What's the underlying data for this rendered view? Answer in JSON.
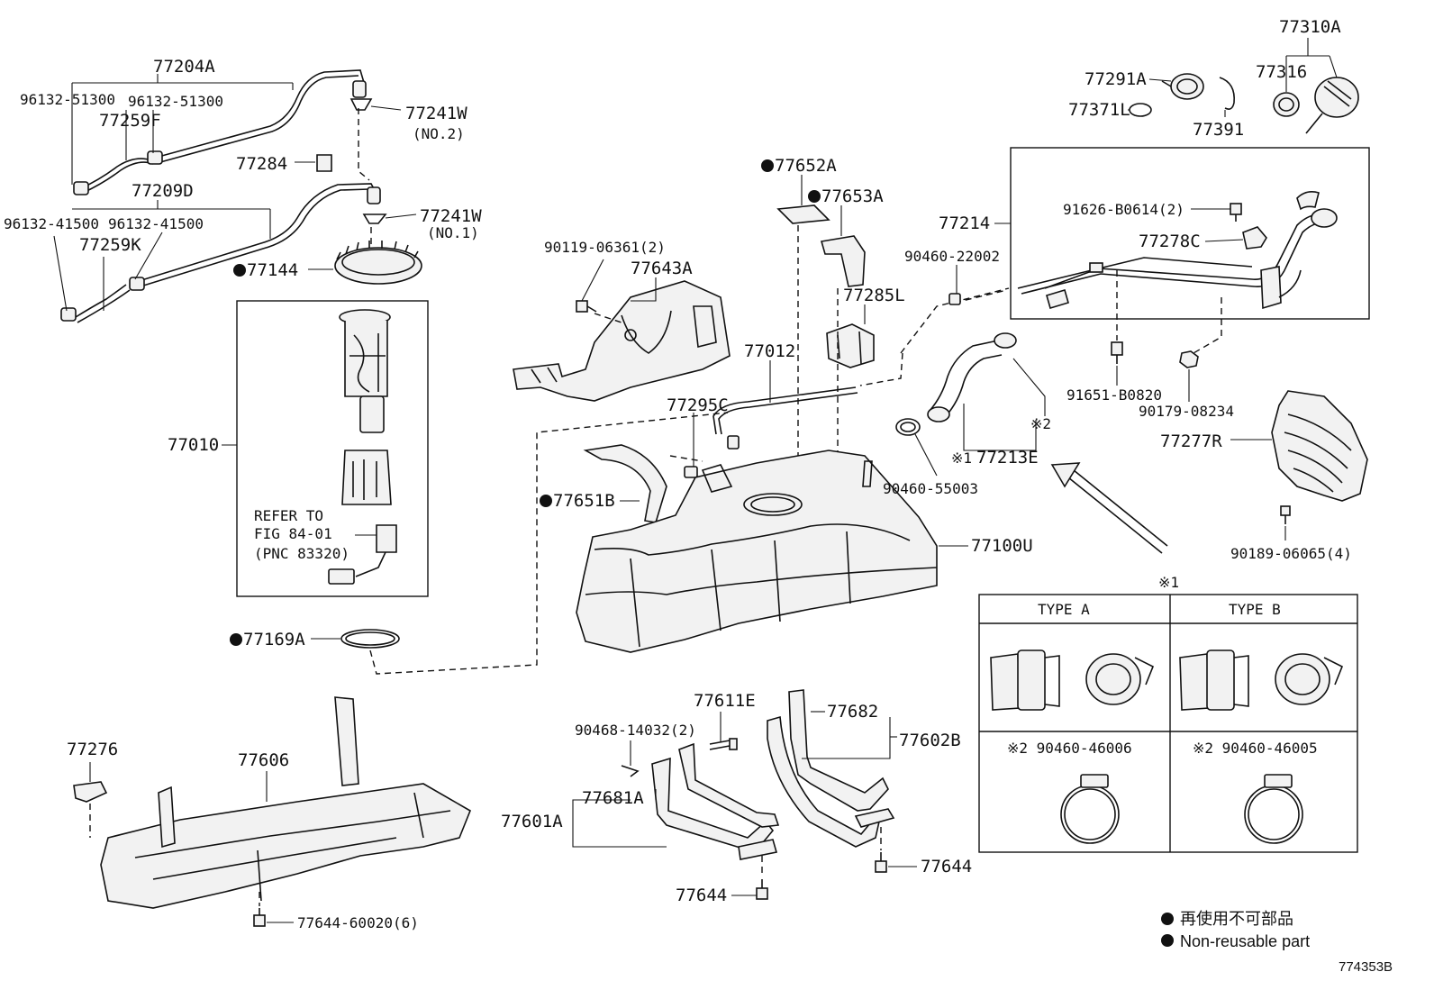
{
  "labels": {
    "p77204A": "77204A",
    "p96132_51300_a": "96132-51300",
    "p96132_51300_b": "96132-51300",
    "p77259F": "77259F",
    "p77241W_2": "77241W",
    "no2": "(NO.2)",
    "p77284": "77284",
    "p77209D": "77209D",
    "p96132_41500_a": "96132-41500",
    "p96132_41500_b": "96132-41500",
    "p77259K": "77259K",
    "p77241W_1": "77241W",
    "no1": "(NO.1)",
    "p77144": "77144",
    "p77010": "77010",
    "refer1": "REFER TO",
    "refer2": "FIG 84-01",
    "refer3": "(PNC 83320)",
    "p77169A": "77169A",
    "p77652A": "77652A",
    "p77653A": "77653A",
    "p90119": "90119-06361(2)",
    "p77643A": "77643A",
    "p77285L": "77285L",
    "p77012": "77012",
    "p77295C": "77295C",
    "p77651B": "77651B",
    "p77100U": "77100U",
    "p77214": "77214",
    "p90460_22002": "90460-22002",
    "p91626": "91626-B0614(2)",
    "p77278C": "77278C",
    "p91651": "91651-B0820",
    "p90179": "90179-08234",
    "p77277R": "77277R",
    "p90189": "90189-06065(4)",
    "p77213E": "77213E",
    "note1_213E": "※1",
    "note2_213E": "※2",
    "p90460_55003": "90460-55003",
    "p77310A": "77310A",
    "p77291A": "77291A",
    "p77316": "77316",
    "p77371L": "77371L",
    "p77391": "77391",
    "p77276": "77276",
    "p77606": "77606",
    "p77644_60020": "77644-60020(6)",
    "p90468": "90468-14032(2)",
    "p77611E": "77611E",
    "p77681A": "77681A",
    "p77601A": "77601A",
    "p77682": "77682",
    "p77602B": "77602B",
    "p77644_a": "77644",
    "p77644_b": "77644"
  },
  "type_table": {
    "note": "※1",
    "type_a": "TYPE  A",
    "type_b": "TYPE  B",
    "clamp_a": "※2 90460-46006",
    "clamp_b": "※2 90460-46005"
  },
  "legend": {
    "jp": "再使用不可部品",
    "en": "Non-reusable part"
  },
  "figure_code": "774353B"
}
